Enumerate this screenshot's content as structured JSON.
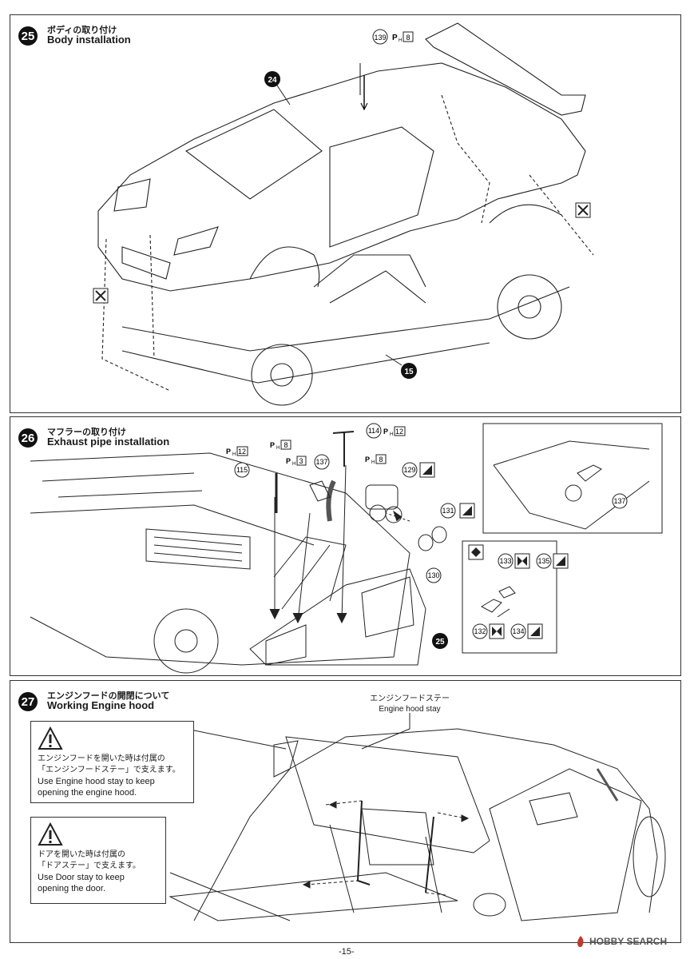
{
  "steps": [
    {
      "number": "25",
      "title_jp": "ボディの取り付け",
      "title_en": "Body installation"
    },
    {
      "number": "26",
      "title_jp": "マフラーの取り付け",
      "title_en": "Exhaust pipe installation"
    },
    {
      "number": "27",
      "title_jp": "エンジンフードの開閉について",
      "title_en": "Working Engine hood"
    }
  ],
  "step25": {
    "part_labels": {
      "p139": "139",
      "ph8": "8",
      "p24": "24",
      "p15": "15"
    }
  },
  "step26": {
    "part_labels": {
      "p115": "115",
      "p137": "137",
      "p114": "114",
      "p129": "129",
      "p131": "131",
      "p130": "130",
      "p133": "133",
      "p135": "135",
      "p132": "132",
      "p134": "134",
      "p25": "25",
      "ph12a": "12",
      "ph8a": "8",
      "ph3": "3",
      "ph8b": "8",
      "ph12b": "12",
      "inset137": "137"
    }
  },
  "step27": {
    "callout_jp": "エンジンフードステー",
    "callout_en": "Engine hood stay",
    "warning1_jp_line1": "エンジンフードを開いた時は付属の",
    "warning1_jp_line2": "「エンジンフードステー」で支えます。",
    "warning1_en_line1": "Use Engine hood stay to keep",
    "warning1_en_line2": "opening the engine hood.",
    "warning2_jp_line1": "ドアを開いた時は付属の",
    "warning2_jp_line2": "「ドアステー」で支えます。",
    "warning2_en_line1": "Use Door stay to keep",
    "warning2_en_line2": "opening the door."
  },
  "footer": {
    "page": "-15-",
    "logo": "HOBBY SEARCH"
  }
}
